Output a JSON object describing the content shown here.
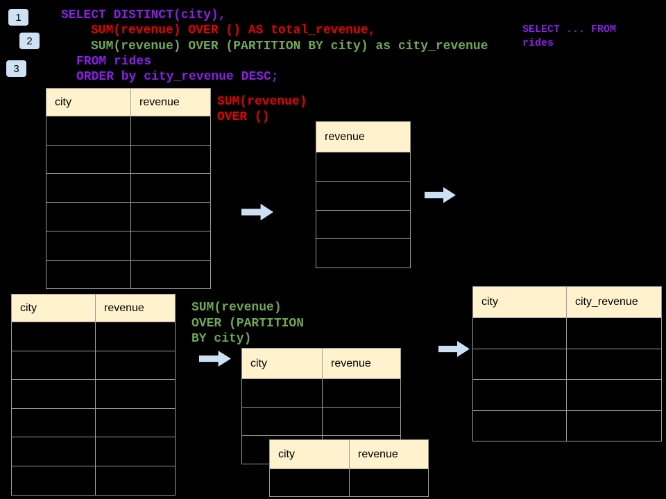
{
  "slide": {
    "background": "#000000",
    "step_badges": [
      {
        "label": "1"
      },
      {
        "label": "2"
      },
      {
        "label": "3"
      }
    ],
    "sql_code": {
      "line1": "SELECT DISTINCT(city),",
      "line2": "SUM(revenue) OVER () AS total_revenue,",
      "line3": "SUM(revenue) OVER (PARTITION BY city) as city_revenue",
      "line4": "FROM rides",
      "line5": "ORDER by city_revenue DESC;"
    },
    "from_snippet": {
      "line1": "SELECT ... FROM",
      "line2": "rides"
    },
    "annotations": {
      "total_revenue": {
        "line1": "SUM(revenue)",
        "line2": "OVER ()"
      },
      "city_revenue": {
        "line1": "SUM(revenue)",
        "line2": "OVER (PARTITION",
        "line3": "BY city)"
      }
    },
    "tables": {
      "source_top": {
        "headers": [
          "city",
          "revenue"
        ],
        "row_count": 6
      },
      "total_revenue_result": {
        "headers": [
          "revenue"
        ],
        "row_count": 4
      },
      "source_bottom": {
        "headers": [
          "city",
          "revenue"
        ],
        "row_count": 6
      },
      "partition_step": {
        "headers": [
          "city",
          "revenue"
        ],
        "row_count": 3
      },
      "partition_step_overlay": {
        "headers": [
          "city",
          "revenue"
        ],
        "row_count": 1
      },
      "city_revenue_result": {
        "headers": [
          "city",
          "city_revenue"
        ],
        "row_count": 4
      }
    },
    "colors": {
      "sql_purple": "#8A1FE6",
      "sql_red": "#E60000",
      "sql_green": "#6FA857",
      "table_header_fill": "#FFF2CC",
      "table_border": "#9E9E9E",
      "arrow_fill": "#CCE0F4",
      "badge_fill": "#CFE2F3"
    }
  }
}
